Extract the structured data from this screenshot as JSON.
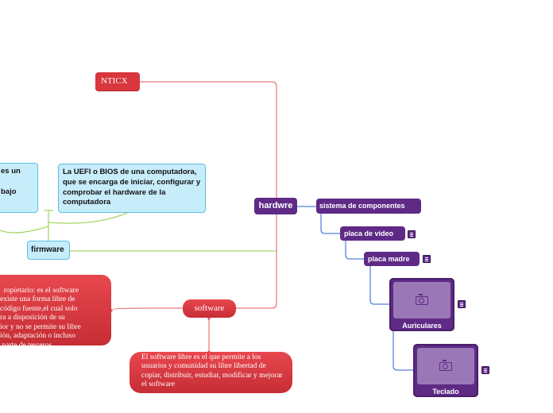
{
  "nodes": {
    "root": "NTICX",
    "hardware": "hardwre",
    "sistema": "sistema de componentes",
    "placa_video": "placa de video",
    "placa_madre": "placa madre",
    "auriculares": "Auriculares",
    "teclado": "Teclado",
    "firmware": "firmware",
    "uefi_desc": "La UEFI o BIOS de una computadora, que se encarga de iniciar, configurar y comprobar el hardware de la computadora",
    "left_desc_line1": "es un",
    "left_desc_line2": "bajo",
    "software": "software",
    "propietario_desc": "ropietario: es el software\nexiste una forma libre de\ncódigo fuente,el cual solo\nra a disposición de su\nior y no se permite su libre\nión, adaptación o incluso\n parte de terceros",
    "libre_desc": "El software libre es el que permite a los usuarios y comunidad su libre libertad de copiar, distribuir, estudiar, modificar y mejorar el software"
  },
  "colors": {
    "red": "#d9363e",
    "purple": "#5f2a86",
    "light_blue": "#c7ecfa",
    "green_link": "#8fce3f",
    "blue_link": "#2a5fd0"
  },
  "icons": [
    "note-icon",
    "camera-icon"
  ]
}
